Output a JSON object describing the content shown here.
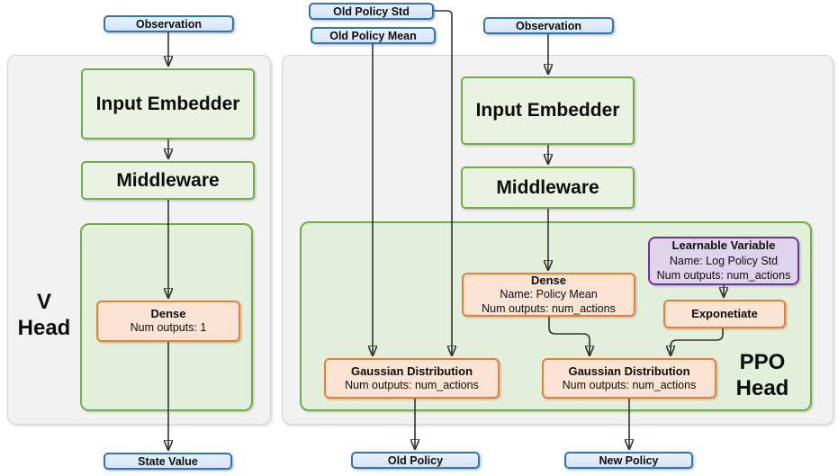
{
  "colors": {
    "io_fill": "#dbe9f7",
    "io_border": "#2e75b6",
    "green_fill": "#eaf3e1",
    "green_border": "#70ad47",
    "container_green_fill": "#e2efda",
    "orange_fill": "#fce4d4",
    "orange_border": "#ed7d31",
    "purple_fill": "#e0d3ec",
    "purple_border": "#7030a0",
    "panel_fill": "#f2f2f2",
    "panel_border": "#d2d2d2",
    "connector_line": "#333333"
  },
  "v_head": {
    "panel_label": {
      "line1": "V",
      "line2": "Head"
    },
    "observation": "Observation",
    "input_embedder": "Input Embedder",
    "middleware": "Middleware",
    "dense": {
      "title": "Dense",
      "detail1": "Num outputs: 1"
    },
    "state_value": "State Value"
  },
  "ppo_head": {
    "panel_label": {
      "line1": "PPO",
      "line2": "Head"
    },
    "old_policy_std": "Old Policy Std",
    "old_policy_mean": "Old Policy Mean",
    "observation": "Observation",
    "input_embedder": "Input Embedder",
    "middleware": "Middleware",
    "dense": {
      "title": "Dense",
      "detail1": "Name: Policy Mean",
      "detail2": "Num outputs: num_actions"
    },
    "learnable_variable": {
      "title": "Learnable Variable",
      "detail1": "Name: Log Policy Std",
      "detail2": "Num outputs: num_actions"
    },
    "exponetiate": "Exponetiate",
    "gaussian_old": {
      "title": "Gaussian Distribution",
      "detail1": "Num outputs: num_actions"
    },
    "gaussian_new": {
      "title": "Gaussian Distribution",
      "detail1": "Num outputs: num_actions"
    },
    "old_policy": "Old Policy",
    "new_policy": "New Policy"
  }
}
